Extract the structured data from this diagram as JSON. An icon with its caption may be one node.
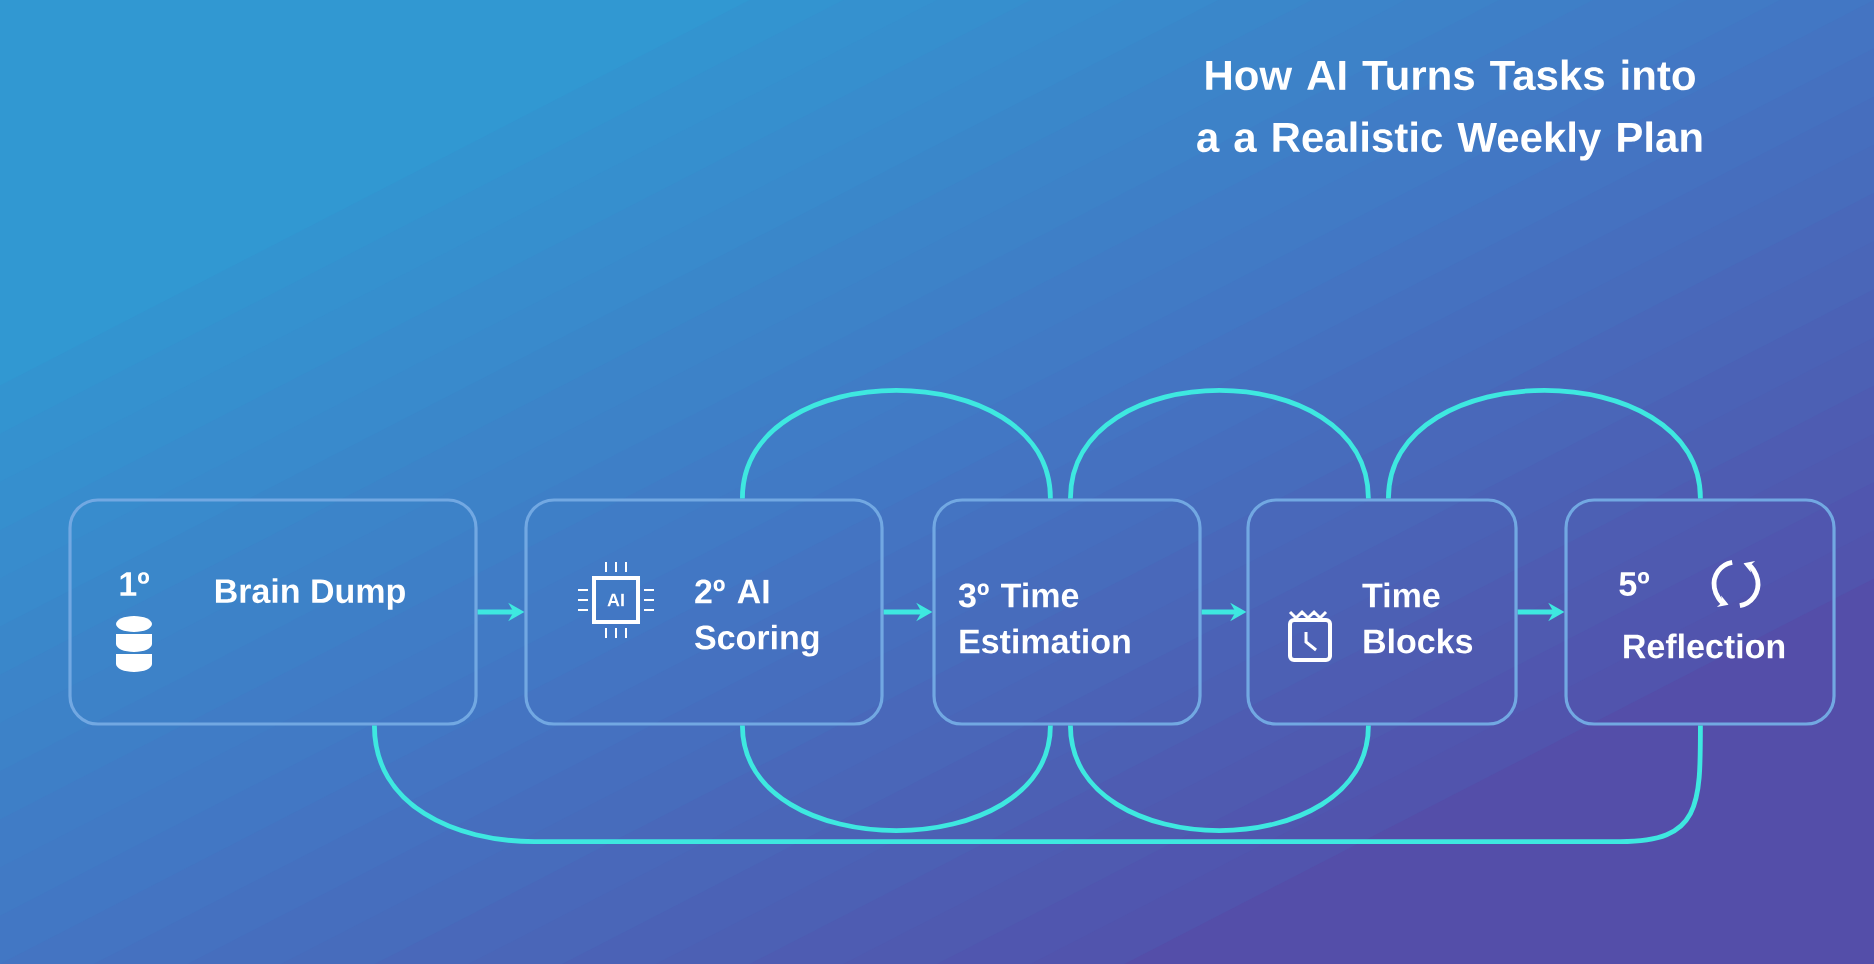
{
  "diagram": {
    "title": "How AI Turns Tasks into a a Realistic Weekly Plan",
    "nodes": [
      {
        "text": [
          "1º",
          "Brain Dump"
        ]
      },
      {
        "text": [
          "2º AI Scoring"
        ]
      },
      {
        "text": [
          "3º Time Estimation"
        ]
      },
      {
        "text": [
          "Time Blocks"
        ]
      },
      {
        "text": [
          "5º",
          "Reflection"
        ]
      }
    ],
    "edges": [
      {
        "from": 0,
        "to": 1,
        "arrow": "to"
      },
      {
        "from": 1,
        "to": 2,
        "arrow": "to"
      },
      {
        "from": 2,
        "to": 3,
        "arrow": "to"
      },
      {
        "from": 3,
        "to": 4,
        "arrow": "to"
      },
      {
        "from": 1,
        "to": 2,
        "arrow": "none"
      },
      {
        "from": 2,
        "to": 3,
        "arrow": "none"
      },
      {
        "from": 3,
        "to": 4,
        "arrow": "none"
      },
      {
        "from": 0,
        "to": 4,
        "arrow": "none"
      },
      {
        "from": 1,
        "to": 2,
        "arrow": "none"
      },
      {
        "from": 2,
        "to": 3,
        "arrow": "none"
      }
    ],
    "labels": [
      "AI"
    ]
  }
}
